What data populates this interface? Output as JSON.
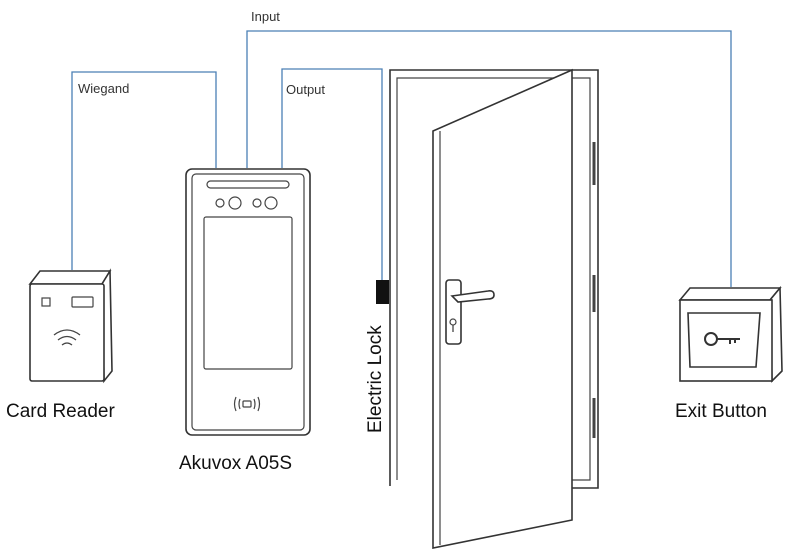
{
  "diagram": {
    "wires": {
      "input": "Input",
      "wiegand": "Wiegand",
      "output": "Output"
    },
    "devices": {
      "card_reader": "Card Reader",
      "intercom": "Akuvox A05S",
      "electric_lock": "Electric Lock",
      "exit_button": "Exit Button"
    },
    "colors": {
      "wire": "#4a7fb5",
      "outline": "#333333",
      "lock": "#111111"
    }
  }
}
